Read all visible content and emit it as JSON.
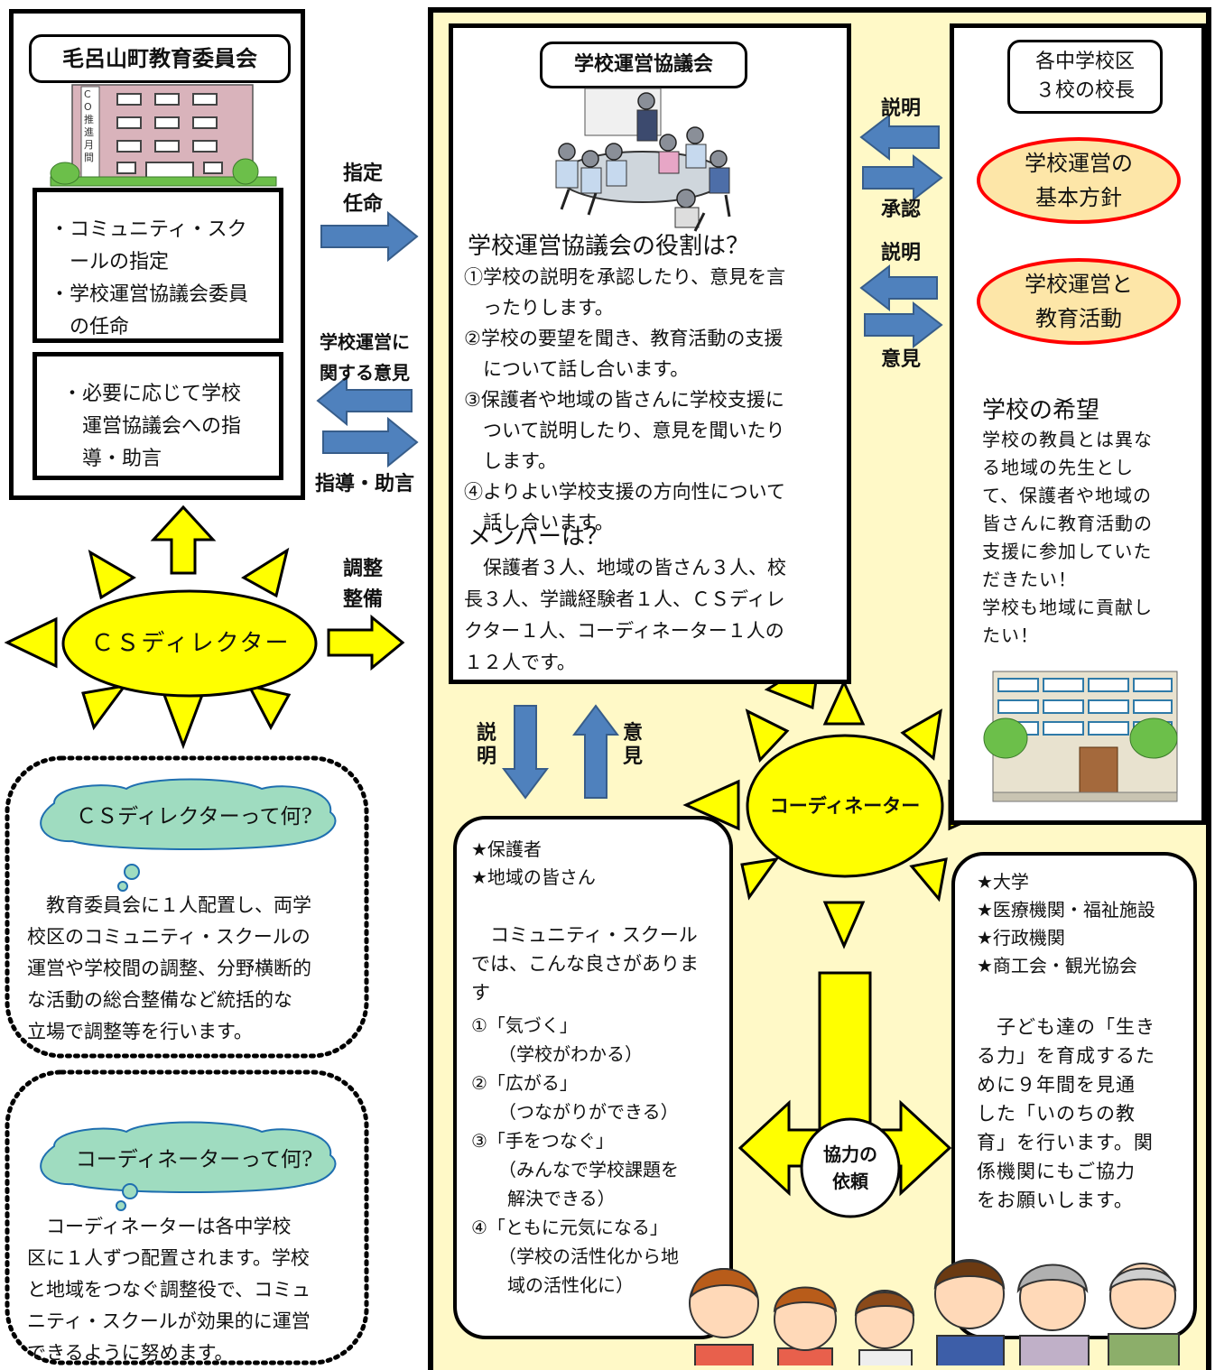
{
  "board": {
    "title": "毛呂山町教育委員会",
    "building_sign": "CO推進月間",
    "duties": "・コミュニティ・スク\n　ールの指定\n・学校運営協議会委員\n　の任命",
    "guidance": "・必要に応じて学校\n　運営協議会への指\n　導・助言"
  },
  "arrows": {
    "designate": "指定\n任命",
    "opinion_on_operation": "学校運営に\n関する意見",
    "guidance_advice": "指導・助言",
    "adjust": "調整\n整備",
    "explain_1": "説明",
    "approve": "承認",
    "explain_2": "説明",
    "opinion_1": "意見",
    "explain_v": "説\n明",
    "opinion_v": "意\n見",
    "cooperation": "協力の\n依頼"
  },
  "council": {
    "title": "学校運営協議会",
    "role_heading": "学校運営協議会の役割は？",
    "roles": "①学校の説明を承認したり、意見を言\n　ったりします。\n②学校の要望を聞き、教育活動の支援\n　について話し合います。\n③保護者や地域の皆さんに学校支援に\n　ついて説明したり、意見を聞いたり\n　します。\n④よりよい学校支援の方向性について\n　話し合います。",
    "member_heading": "メンバーは？",
    "members": "　保護者３人、地域の皆さん３人、校\n長３人、学識経験者１人、ＣＳディレ\nクター１人、コーディネーター１人の\n１２人です。"
  },
  "principals": {
    "title": "各中学校区\n３校の校長",
    "policy": "学校運営の\n基本方針",
    "education": "学校運営と\n教育活動",
    "wish_heading": "学校の希望",
    "wish": "学校の教員とは異な\nる地域の先生とし\nて、保護者や地域の\n皆さんに教育活動の\n支援に参加していた\nだきたい！\n学校も地域に貢献し\nたい！"
  },
  "cs_director": {
    "sun_label": "ＣＳディレクター",
    "cloud_title": "ＣＳディレクターって何?",
    "description": "　教育委員会に１人配置し、両学\n校区のコミュニティ・スクールの\n運営や学校間の調整、分野横断的\nな活動の総合整備など統括的な\n立場で調整等を行います。"
  },
  "coordinator": {
    "sun_label": "コーディネーター",
    "cloud_title": "コーディネーターって何?",
    "description": "　コーディネーターは各中学校\n区に１人ずつ配置されます。学校\nと地域をつなぐ調整役で、コミュ\nニティ・スクールが効果的に運営\nできるように努めます。"
  },
  "community": {
    "members": "★保護者\n★地域の皆さん",
    "intro": "　コミュニティ・スクール\nでは、こんな良さがありま\nす",
    "benefits": "①「気づく」\n　　（学校がわかる）\n②「広がる」\n　　（つながりができる）\n③「手をつなぐ」\n　　（みんなで学校課題を\n　　解決できる）\n④「ともに元気になる」\n　　（学校の活性化から地\n　　域の活性化に）"
  },
  "partners": {
    "members": "★大学\n★医療機関・福祉施設\n★行政機関\n★商工会・観光協会",
    "message": "　子ども達の「生き\nる力」を育成するた\nめに９年間を見通\nした「いのちの教\n育」を行います。関\n係機関にもご協力\nをお願いします。"
  },
  "colors": {
    "panel_bg": "#fff9c7",
    "sun_yellow": "#ffff00",
    "arrow_blue": "#4f81bd",
    "cloud_green": "#9fdcc0",
    "oval_fill": "#fde6a8",
    "oval_border": "#ff0000"
  }
}
